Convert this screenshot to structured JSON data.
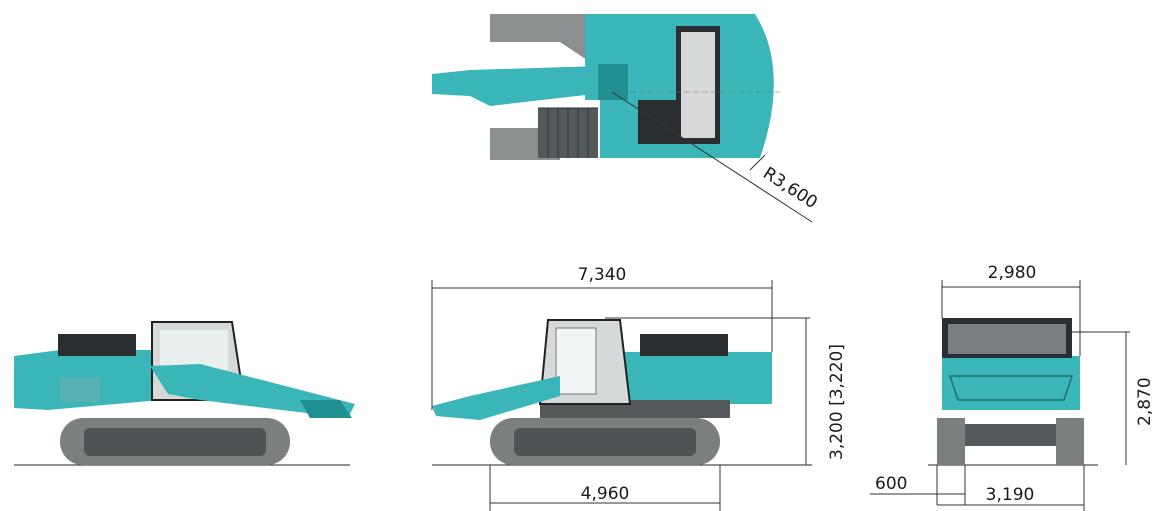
{
  "colors": {
    "teal": "#3ab6b9",
    "teal_dark": "#1f8f92",
    "grey": "#8b8f90",
    "grey_dark": "#55595b",
    "dark": "#2b2e30"
  },
  "top_view": {
    "radius_label": "R3,600"
  },
  "side_view": {
    "overall_length_label": "7,340",
    "tumbler_distance_label": "4,960",
    "height_label": "3,200 [3,220]"
  },
  "rear_view": {
    "width_label": "2,980",
    "height_label": "2,870",
    "shoe_width_label": "600",
    "gauge_label": "3,190"
  }
}
